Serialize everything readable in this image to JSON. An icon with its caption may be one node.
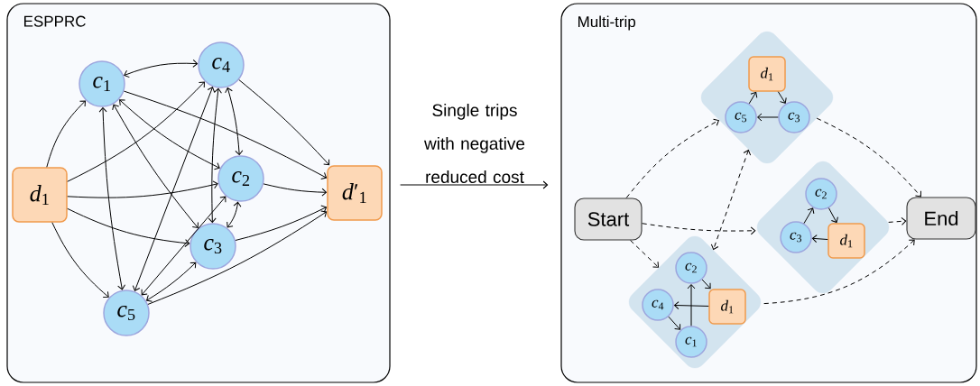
{
  "diagram": {
    "nodes": [
      {
        "text": [
          "ESPPRC"
        ]
      },
      {
        "text": [
          "*d*$_{1}$"
        ],
        "in": 0
      },
      {
        "text": [
          "*c*$_{1}$"
        ],
        "in": 0
      },
      {
        "text": [
          "*c*$_{4}$"
        ],
        "in": 0
      },
      {
        "text": [
          "*c*$_{2}$"
        ],
        "in": 0
      },
      {
        "text": [
          "*c*$_{3}$"
        ],
        "in": 0
      },
      {
        "text": [
          "*c*$_{5}$"
        ],
        "in": 0
      },
      {
        "text": [
          "*d*′$_{1}$"
        ],
        "in": 0
      },
      {
        "text": [
          "Multi-trip"
        ]
      },
      {
        "text": [
          "Start"
        ],
        "in": 8
      },
      {
        "text": [
          "End"
        ],
        "in": 8
      },
      {
        "text": [],
        "shape": "diamond",
        "in": 8
      },
      {
        "text": [
          "*d*$_{1}$"
        ],
        "in": 11
      },
      {
        "text": [
          "*c*$_{5}$"
        ],
        "in": 11
      },
      {
        "text": [
          "*c*$_{3}$"
        ],
        "in": 11
      },
      {
        "text": [],
        "shape": "diamond",
        "in": 8
      },
      {
        "text": [
          "*c*$_{2}$"
        ],
        "in": 15
      },
      {
        "text": [
          "*c*$_{3}$"
        ],
        "in": 15
      },
      {
        "text": [
          "*d*$_{1}$"
        ],
        "in": 15
      },
      {
        "text": [],
        "shape": "diamond",
        "in": 8
      },
      {
        "text": [
          "*c*$_{2}$"
        ],
        "in": 19
      },
      {
        "text": [
          "*c*$_{4}$"
        ],
        "in": 19
      },
      {
        "text": [
          "*d*$_{1}$"
        ],
        "in": 19
      },
      {
        "text": [
          "*c*$_{1}$"
        ],
        "in": 19
      }
    ],
    "edges": [
      {
        "from": 2,
        "to": 3,
        "arrow": "both"
      },
      {
        "from": 1,
        "to": 2,
        "arrow": "to"
      },
      {
        "from": 1,
        "to": 3,
        "arrow": "to"
      },
      {
        "from": 1,
        "to": 4,
        "arrow": "to"
      },
      {
        "from": 1,
        "to": 5,
        "arrow": "to"
      },
      {
        "from": 1,
        "to": 6,
        "arrow": "to"
      },
      {
        "from": 2,
        "to": 7,
        "arrow": "to"
      },
      {
        "from": 2,
        "to": 4,
        "arrow": "both"
      },
      {
        "from": 2,
        "to": 5,
        "arrow": "both"
      },
      {
        "from": 2,
        "to": 6,
        "arrow": "both"
      },
      {
        "from": 3,
        "to": 6,
        "arrow": "both"
      },
      {
        "from": 3,
        "to": 5,
        "arrow": "both"
      },
      {
        "from": 3,
        "to": 4,
        "arrow": "both"
      },
      {
        "from": 3,
        "to": 7,
        "arrow": "to"
      },
      {
        "from": 4,
        "to": 7,
        "arrow": "to"
      },
      {
        "from": 4,
        "to": 5,
        "arrow": "both"
      },
      {
        "from": 4,
        "to": 6,
        "arrow": "both"
      },
      {
        "from": 5,
        "to": 7,
        "arrow": "to"
      },
      {
        "from": 5,
        "to": 6,
        "arrow": "both"
      },
      {
        "from": 6,
        "to": 7,
        "arrow": "to"
      },
      {
        "from": 0,
        "to": 8,
        "arrow": "to",
        "label": "Single trips with negative reduced cost"
      },
      {
        "from": 9,
        "to": 11,
        "arrow": "to",
        "style": "dashed"
      },
      {
        "from": 9,
        "to": 15,
        "arrow": "to",
        "style": "dashed"
      },
      {
        "from": 9,
        "to": 19,
        "arrow": "to",
        "style": "dashed"
      },
      {
        "from": 11,
        "to": 10,
        "arrow": "to",
        "style": "dashed"
      },
      {
        "from": 15,
        "to": 10,
        "arrow": "to",
        "style": "dashed"
      },
      {
        "from": 19,
        "to": 10,
        "arrow": "to",
        "style": "dashed"
      },
      {
        "from": 11,
        "to": 19,
        "arrow": "both",
        "style": "dashed"
      },
      {
        "from": 13,
        "to": 12,
        "arrow": "to"
      },
      {
        "from": 12,
        "to": 14,
        "arrow": "to"
      },
      {
        "from": 14,
        "to": 13,
        "arrow": "to"
      },
      {
        "from": 17,
        "to": 16,
        "arrow": "to"
      },
      {
        "from": 16,
        "to": 18,
        "arrow": "to"
      },
      {
        "from": 18,
        "to": 17,
        "arrow": "to"
      },
      {
        "from": 22,
        "to": 21,
        "arrow": "to"
      },
      {
        "from": 21,
        "to": 23,
        "arrow": "to"
      },
      {
        "from": 23,
        "to": 20,
        "arrow": "to"
      },
      {
        "from": 20,
        "to": 22,
        "arrow": "to"
      }
    ]
  }
}
